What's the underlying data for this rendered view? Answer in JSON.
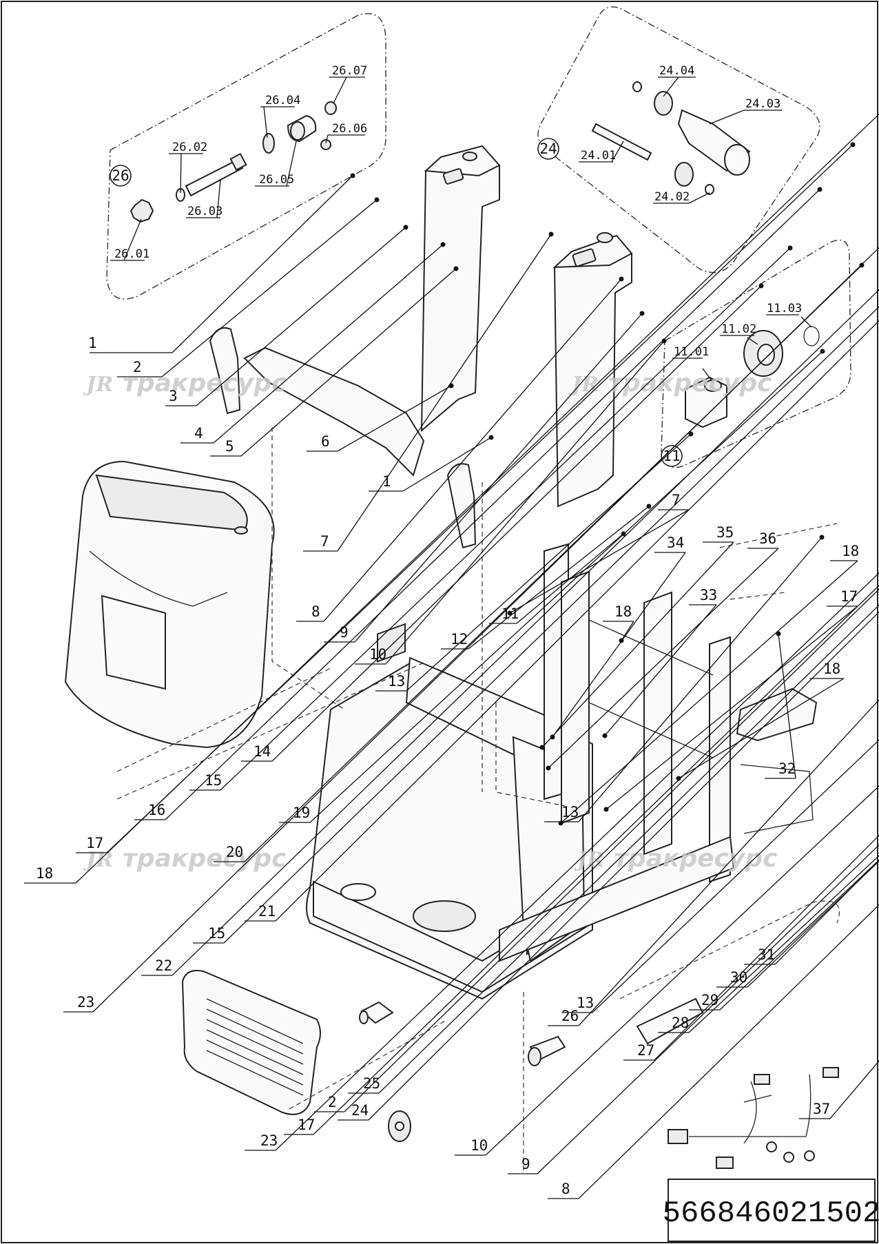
{
  "part_number": "566846021502",
  "watermark": {
    "logo": "JR",
    "text": "тракресурс"
  },
  "callouts": [
    {
      "id": "c-1a",
      "text": "1"
    },
    {
      "id": "c-2a",
      "text": "2"
    },
    {
      "id": "c-3",
      "text": "3"
    },
    {
      "id": "c-4",
      "text": "4"
    },
    {
      "id": "c-5",
      "text": "5"
    },
    {
      "id": "c-6",
      "text": "6"
    },
    {
      "id": "c-7a",
      "text": "7"
    },
    {
      "id": "c-7b",
      "text": "7"
    },
    {
      "id": "c-1b",
      "text": "1"
    },
    {
      "id": "c-8a",
      "text": "8"
    },
    {
      "id": "c-9a",
      "text": "9"
    },
    {
      "id": "c-10a",
      "text": "10"
    },
    {
      "id": "c-11",
      "text": "11"
    },
    {
      "id": "c-12",
      "text": "12"
    },
    {
      "id": "c-13a",
      "text": "13"
    },
    {
      "id": "c-13b",
      "text": "13"
    },
    {
      "id": "c-13c",
      "text": "13"
    },
    {
      "id": "c-14",
      "text": "14"
    },
    {
      "id": "c-15a",
      "text": "15"
    },
    {
      "id": "c-15b",
      "text": "15"
    },
    {
      "id": "c-16",
      "text": "16"
    },
    {
      "id": "c-17a",
      "text": "17"
    },
    {
      "id": "c-17b",
      "text": "17"
    },
    {
      "id": "c-17c",
      "text": "17"
    },
    {
      "id": "c-18a",
      "text": "18"
    },
    {
      "id": "c-18b",
      "text": "18"
    },
    {
      "id": "c-18c",
      "text": "18"
    },
    {
      "id": "c-18d",
      "text": "18"
    },
    {
      "id": "c-19",
      "text": "19"
    },
    {
      "id": "c-20",
      "text": "20"
    },
    {
      "id": "c-21",
      "text": "21"
    },
    {
      "id": "c-22",
      "text": "22"
    },
    {
      "id": "c-23a",
      "text": "23"
    },
    {
      "id": "c-23b",
      "text": "23"
    },
    {
      "id": "c-24",
      "text": "24"
    },
    {
      "id": "c-25",
      "text": "25"
    },
    {
      "id": "c-26",
      "text": "26"
    },
    {
      "id": "c-27",
      "text": "27"
    },
    {
      "id": "c-28",
      "text": "28"
    },
    {
      "id": "c-29",
      "text": "29"
    },
    {
      "id": "c-30",
      "text": "30"
    },
    {
      "id": "c-31",
      "text": "31"
    },
    {
      "id": "c-32",
      "text": "32"
    },
    {
      "id": "c-33",
      "text": "33"
    },
    {
      "id": "c-34",
      "text": "34"
    },
    {
      "id": "c-35",
      "text": "35"
    },
    {
      "id": "c-36",
      "text": "36"
    },
    {
      "id": "c-37",
      "text": "37"
    },
    {
      "id": "c-2b",
      "text": "2"
    },
    {
      "id": "c-8b",
      "text": "8"
    },
    {
      "id": "c-9b",
      "text": "9"
    },
    {
      "id": "c-10b",
      "text": "10"
    }
  ],
  "detail_26": {
    "badge": "26",
    "labels": [
      "26.01",
      "26.02",
      "26.03",
      "26.04",
      "26.05",
      "26.06",
      "26.07"
    ]
  },
  "detail_24": {
    "badge": "24",
    "labels": [
      "24.01",
      "24.02",
      "24.03",
      "24.04"
    ]
  },
  "detail_11": {
    "badge": "11",
    "labels": [
      "11.01",
      "11.02",
      "11.03"
    ]
  }
}
